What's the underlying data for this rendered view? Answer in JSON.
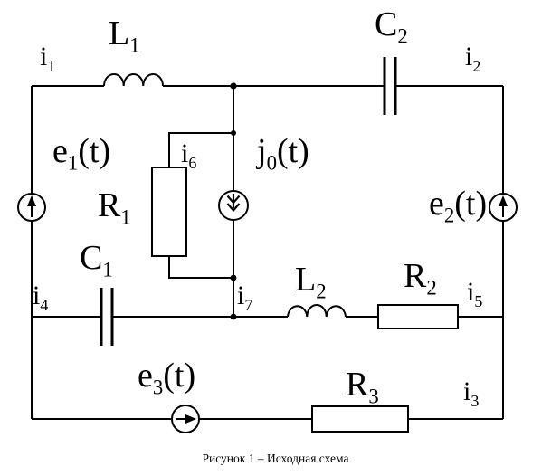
{
  "figure": {
    "caption": "Рисунок 1 – Исходная схема",
    "background": "#ffffff",
    "line_color": "#000000"
  },
  "labels": {
    "i1": {
      "base": "i",
      "sub": "1",
      "suffix": ""
    },
    "i2": {
      "base": "i",
      "sub": "2",
      "suffix": ""
    },
    "i3": {
      "base": "i",
      "sub": "3",
      "suffix": ""
    },
    "i4": {
      "base": "i",
      "sub": "4",
      "suffix": ""
    },
    "i5": {
      "base": "i",
      "sub": "5",
      "suffix": ""
    },
    "i6": {
      "base": "i",
      "sub": "6",
      "suffix": ""
    },
    "i7": {
      "base": "i",
      "sub": "7",
      "suffix": ""
    },
    "L1": {
      "base": "L",
      "sub": "1",
      "suffix": ""
    },
    "L2": {
      "base": "L",
      "sub": "2",
      "suffix": ""
    },
    "C1": {
      "base": "C",
      "sub": "1",
      "suffix": ""
    },
    "C2": {
      "base": "C",
      "sub": "2",
      "suffix": ""
    },
    "R1": {
      "base": "R",
      "sub": "1",
      "suffix": ""
    },
    "R2": {
      "base": "R",
      "sub": "2",
      "suffix": ""
    },
    "R3": {
      "base": "R",
      "sub": "3",
      "suffix": ""
    },
    "e1": {
      "base": "e",
      "sub": "1",
      "suffix": "(t)"
    },
    "e2": {
      "base": "e",
      "sub": "2",
      "suffix": "(t)"
    },
    "e3": {
      "base": "e",
      "sub": "3",
      "suffix": "(t)"
    },
    "j0": {
      "base": "j",
      "sub": "0",
      "suffix": "(t)"
    }
  }
}
